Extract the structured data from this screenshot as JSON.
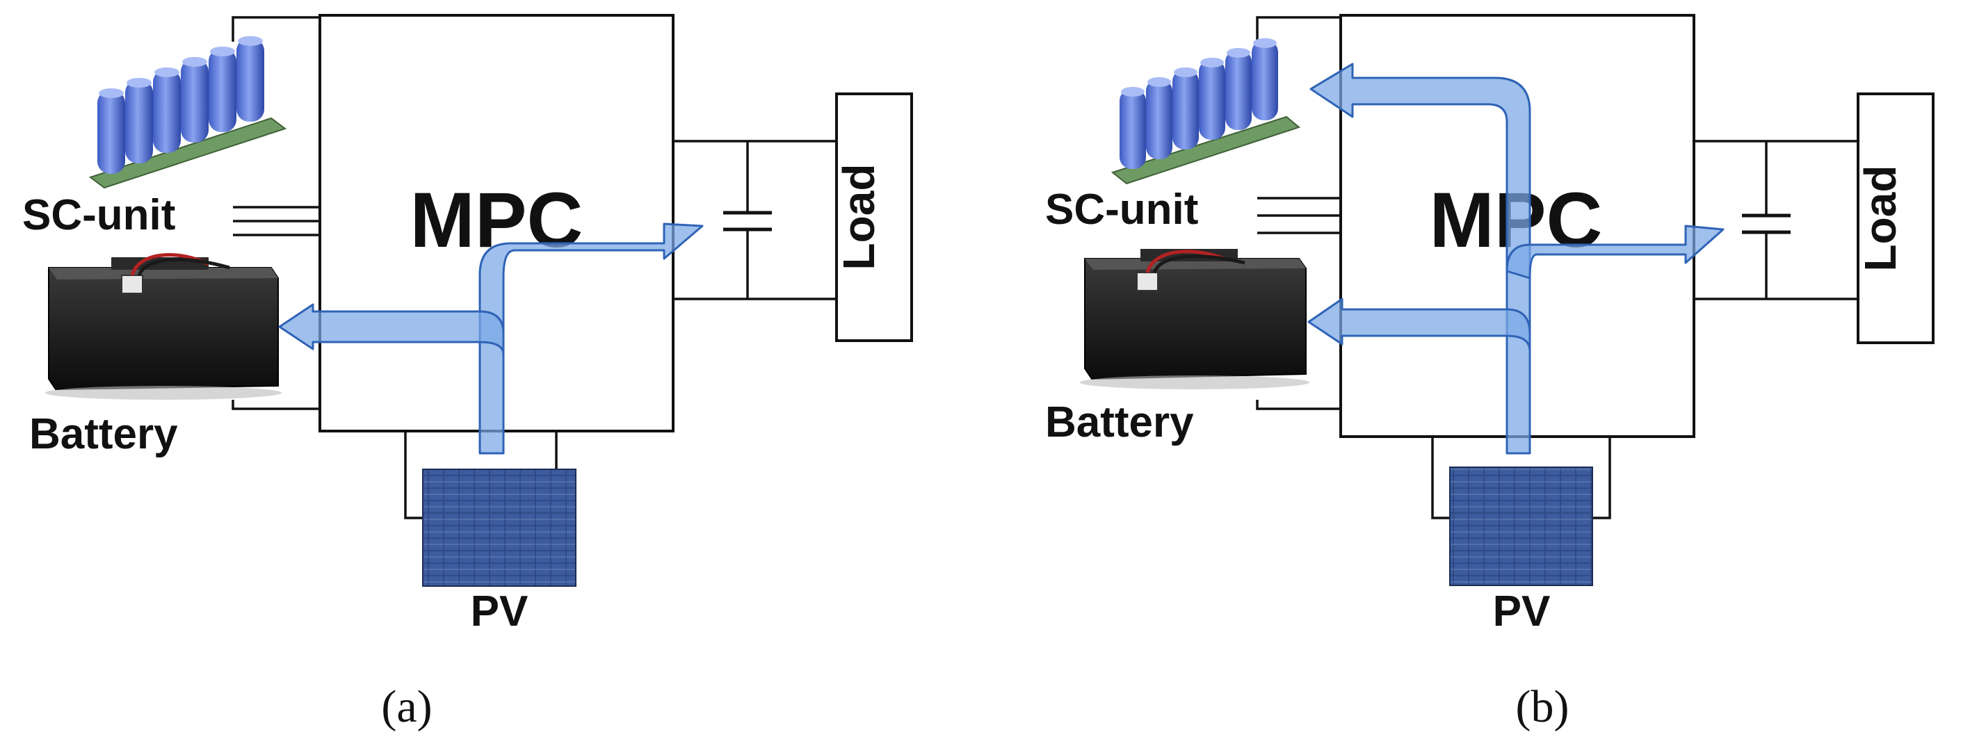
{
  "panels": [
    {
      "converter": "MPC",
      "storage_top": "SC-unit",
      "storage_bottom": "Battery",
      "source": "PV",
      "load": "Load",
      "caption": "(a)"
    },
    {
      "converter": "MPC",
      "storage_top": "SC-unit",
      "storage_bottom": "Battery",
      "source": "PV",
      "load": "Load",
      "caption": "(b)"
    }
  ],
  "colors": {
    "arrow_fill": "#7aa7e6",
    "arrow_stroke": "#2f63b6",
    "sc_cell": "#5b78d8",
    "sc_board": "#6e9a63",
    "battery_body": "#1b1b1b",
    "pv_cell": "#34508c"
  }
}
